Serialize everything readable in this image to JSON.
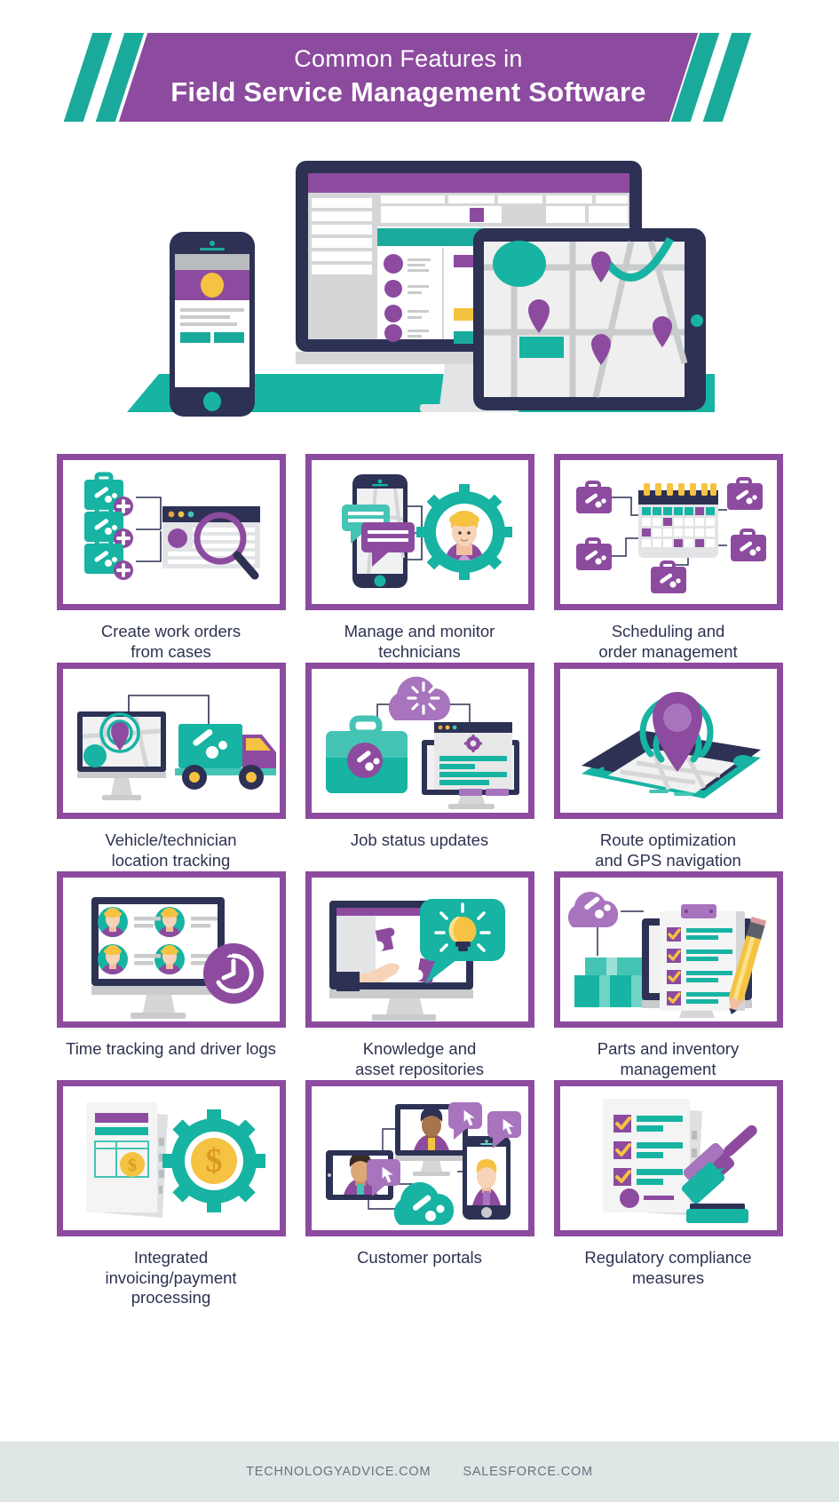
{
  "header": {
    "title_top": "Common Features in",
    "title_main": "Field Service Management Software",
    "banner_color": "#8c4b9e",
    "stripe_color": "#1aaa9b",
    "stripe_left_icon": "diagonal-stripes-icon",
    "stripe_right_icon": "diagonal-stripes-icon"
  },
  "hero": {
    "name": "devices-illustration",
    "devices": [
      "desktop-monitor",
      "smartphone",
      "tablet-map"
    ],
    "platform_color": "#17b3a3",
    "frame_color": "#2d3154"
  },
  "colors": {
    "purple": "#8c4b9e",
    "purple_light": "#a874bd",
    "teal": "#1aaa9b",
    "teal_light": "#45c4b5",
    "navy": "#2d3154",
    "yellow": "#f5c242",
    "gray": "#d4d6d8",
    "text": "#2d3251",
    "footer_bg": "#dfe6e6"
  },
  "features": [
    {
      "id": "create-work-orders",
      "icon": "toolboxes-browser-search-icon",
      "caption": "Create work orders\nfrom cases"
    },
    {
      "id": "manage-technicians",
      "icon": "phone-chat-gear-technician-icon",
      "caption": "Manage and monitor\ntechnicians"
    },
    {
      "id": "scheduling-order-management",
      "icon": "calendar-toolboxes-icon",
      "caption": "Scheduling and\norder management"
    },
    {
      "id": "location-tracking",
      "icon": "monitor-map-truck-icon",
      "caption": "Vehicle/technician\nlocation tracking"
    },
    {
      "id": "job-status-updates",
      "icon": "cloud-toolbox-monitor-icon",
      "caption": "Job status updates"
    },
    {
      "id": "route-optimization",
      "icon": "tablet-gps-pin-icon",
      "caption": "Route optimization\nand GPS navigation"
    },
    {
      "id": "time-tracking-driver-logs",
      "icon": "monitor-avatars-clock-icon",
      "caption": "Time tracking and driver logs"
    },
    {
      "id": "knowledge-asset-repositories",
      "icon": "monitor-hand-puzzle-lightbulb-icon",
      "caption": "Knowledge and\nasset repositories"
    },
    {
      "id": "parts-inventory",
      "icon": "cloud-boxes-checklist-pencil-icon",
      "caption": "Parts and inventory\nmanagement"
    },
    {
      "id": "invoicing-payment",
      "icon": "invoice-gear-dollar-icon",
      "caption": "Integrated\ninvoicing/payment\nprocessing"
    },
    {
      "id": "customer-portals",
      "icon": "devices-people-cloud-icon",
      "caption": "Customer portals"
    },
    {
      "id": "regulatory-compliance",
      "icon": "checklist-gavel-icon",
      "caption": "Regulatory compliance\nmeasures"
    }
  ],
  "footer": {
    "sources": [
      "TECHNOLOGYADVICE.COM",
      "SALESFORCE.COM"
    ]
  }
}
